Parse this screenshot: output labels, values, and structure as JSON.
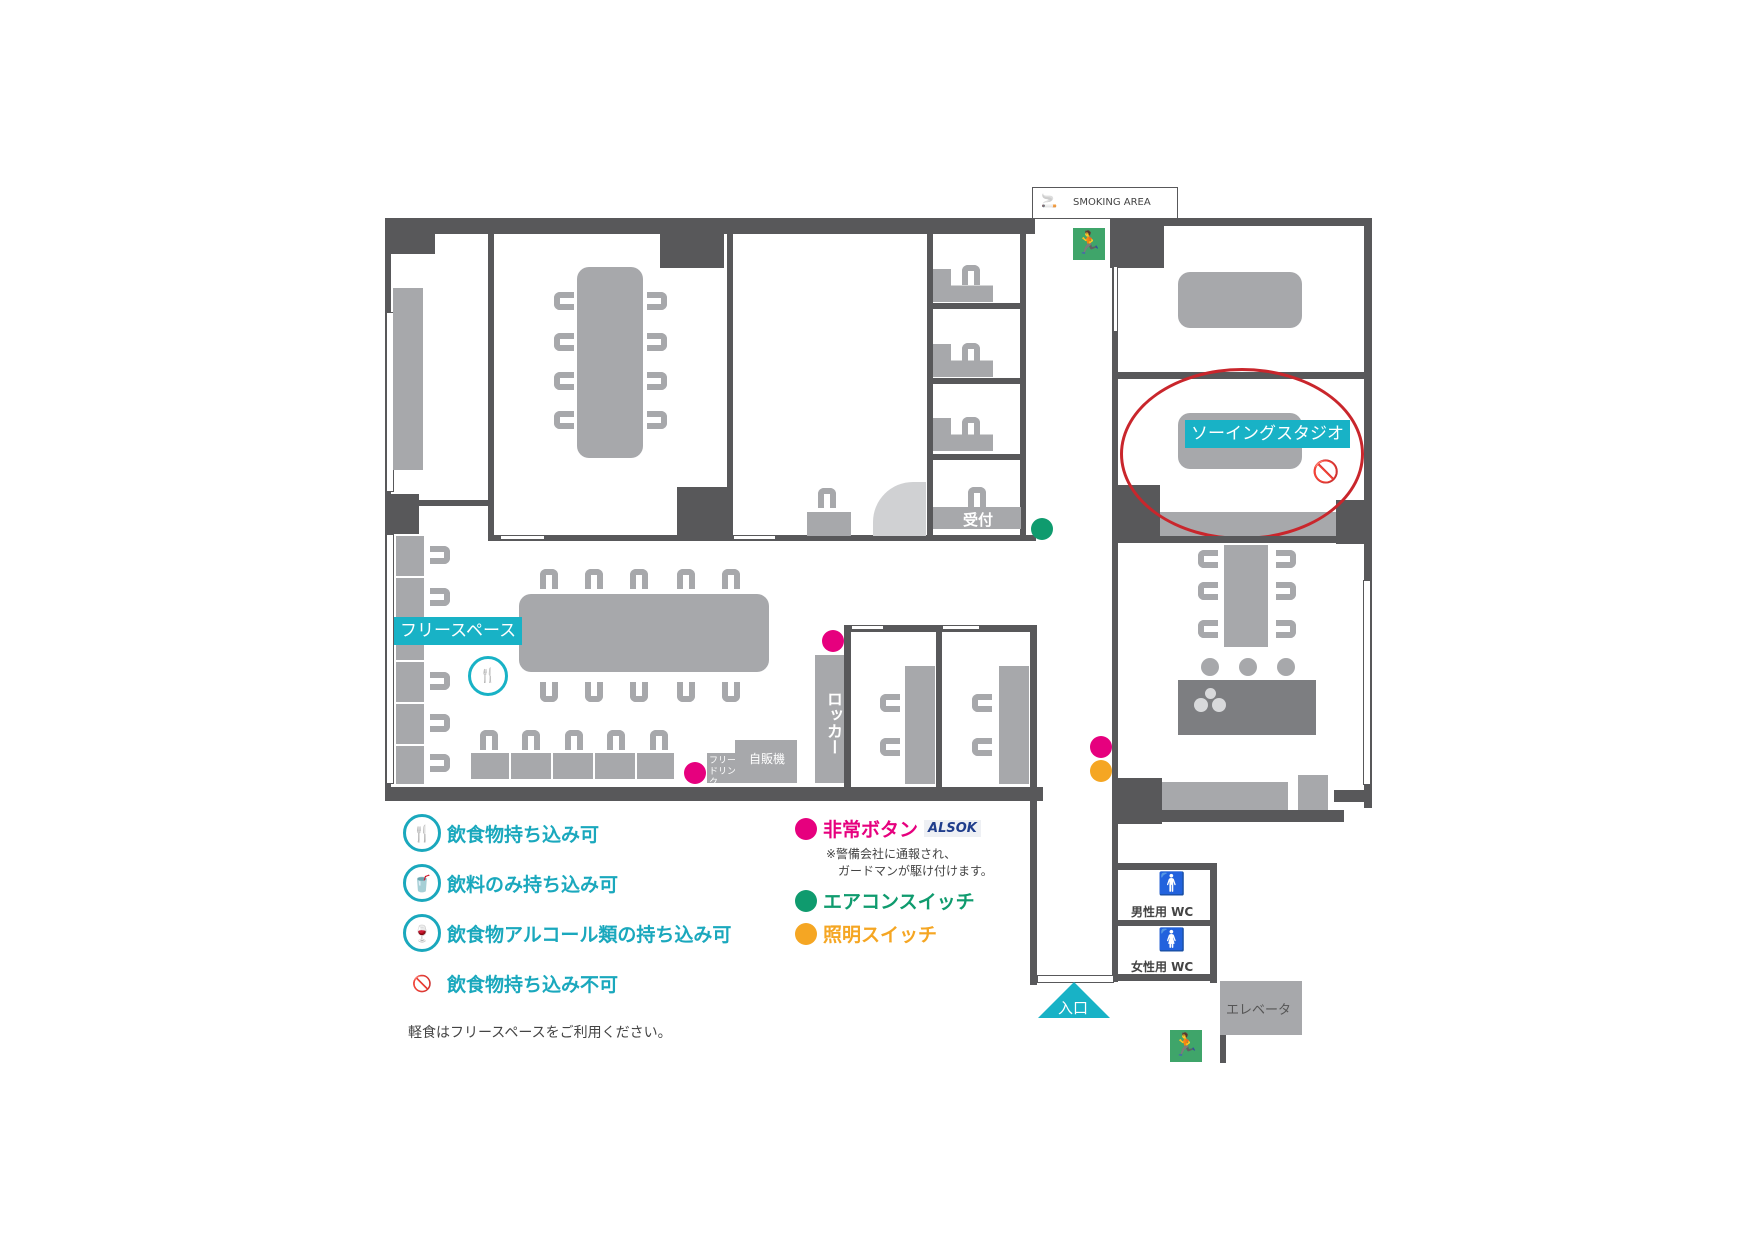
{
  "floorplan": {
    "smoking_area": "SMOKING AREA",
    "rooms": {
      "free_space": "フリースペース",
      "sewing_studio": "ソーイングスタジオ",
      "reception": "受付",
      "locker": "ロッカー",
      "vending": "自販機",
      "free_drink": "フリードリンク",
      "men_wc": "男性用 WC",
      "women_wc": "女性用 WC",
      "elevator": "エレベータ",
      "entrance": "入口"
    },
    "highlight_color": "#c9262c",
    "label_color": "#18b2c6"
  },
  "legend": {
    "food_rules": [
      {
        "icon": "food-drink-allowed-icon",
        "label": "飲食物持ち込み可"
      },
      {
        "icon": "drink-only-icon",
        "label": "飲料のみ持ち込み可"
      },
      {
        "icon": "food-alcohol-allowed-icon",
        "label": "飲食物アルコール類の持ち込み可"
      },
      {
        "icon": "food-not-allowed-icon",
        "label": "飲食物持ち込み不可"
      }
    ],
    "note": "軽食はフリースペースをご利用ください。",
    "switches": [
      {
        "label": "非常ボタン",
        "color": "#e6007e",
        "brand": "ALSOK",
        "note1": "※警備会社に通報され、",
        "note2": "ガードマンが駆け付けます。"
      },
      {
        "label": "エアコンスイッチ",
        "color": "#0f9b6e"
      },
      {
        "label": "照明スイッチ",
        "color": "#f5a623"
      }
    ]
  }
}
